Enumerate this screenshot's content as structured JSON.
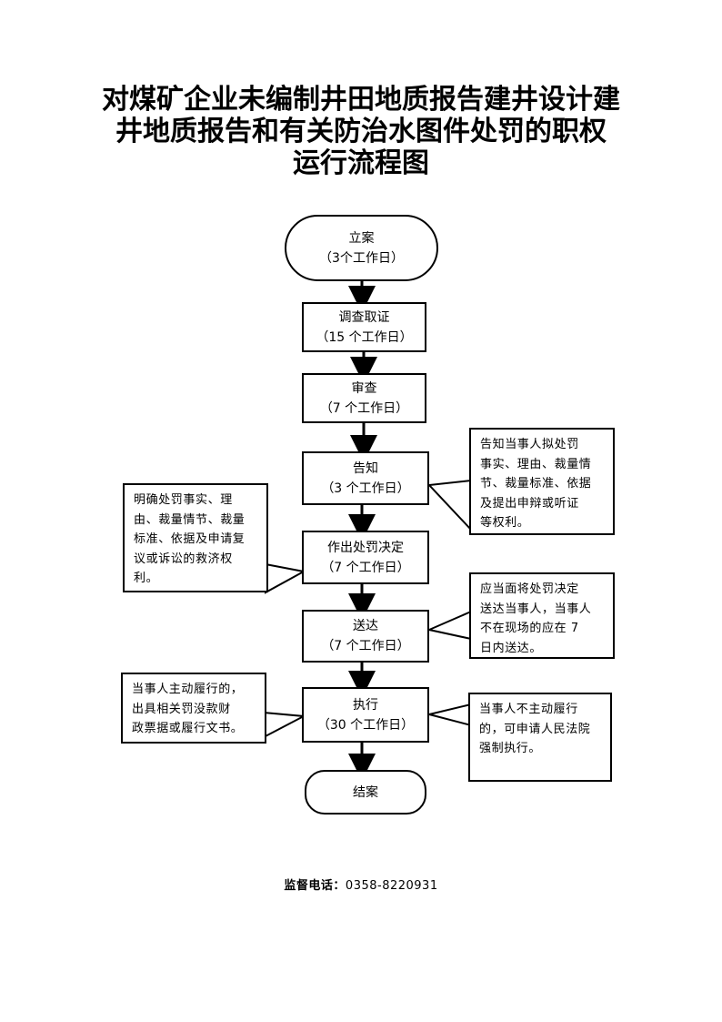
{
  "title": {
    "line1": "对煤矿企业未编制井田地质报告建井设计建",
    "line2": "井地质报告和有关防治水图件处罚的职权",
    "line3": "运行流程图"
  },
  "steps": [
    {
      "label": "立案",
      "duration": "（3个工作日）"
    },
    {
      "label": "调查取证",
      "duration": "（15 个工作日）"
    },
    {
      "label": "审查",
      "duration": "（7 个工作日）"
    },
    {
      "label": "告知",
      "duration": "（3 个工作日）"
    },
    {
      "label": "作出处罚决定",
      "duration": "（7 个工作日）"
    },
    {
      "label": "送达",
      "duration": "（7 个工作日）"
    },
    {
      "label": "执行",
      "duration": "（30 个工作日）"
    },
    {
      "label": "结案"
    }
  ],
  "notes": {
    "notify": [
      "告知当事人拟处罚",
      "事实、理由、裁量情",
      "节、裁量标准、依据",
      "及提出申辩或听证",
      "等权利。"
    ],
    "decision": [
      "明确处罚事实、理",
      "由、裁量情节、裁量",
      "标准、依据及申请复",
      "议或诉讼的救济权",
      "利。"
    ],
    "delivery": [
      "应当面将处罚决定",
      "送达当事人，当事人",
      "不在现场的应在 7",
      "日内送达。"
    ],
    "execute_yes": [
      "当事人主动履行的，",
      "出具相关罚没款财",
      "政票据或履行文书。"
    ],
    "execute_no": [
      "当事人不主动履行",
      "的，可申请人民法院",
      "强制执行。"
    ]
  },
  "footer": {
    "label": "监督电话：",
    "number": "0358-8220931"
  }
}
